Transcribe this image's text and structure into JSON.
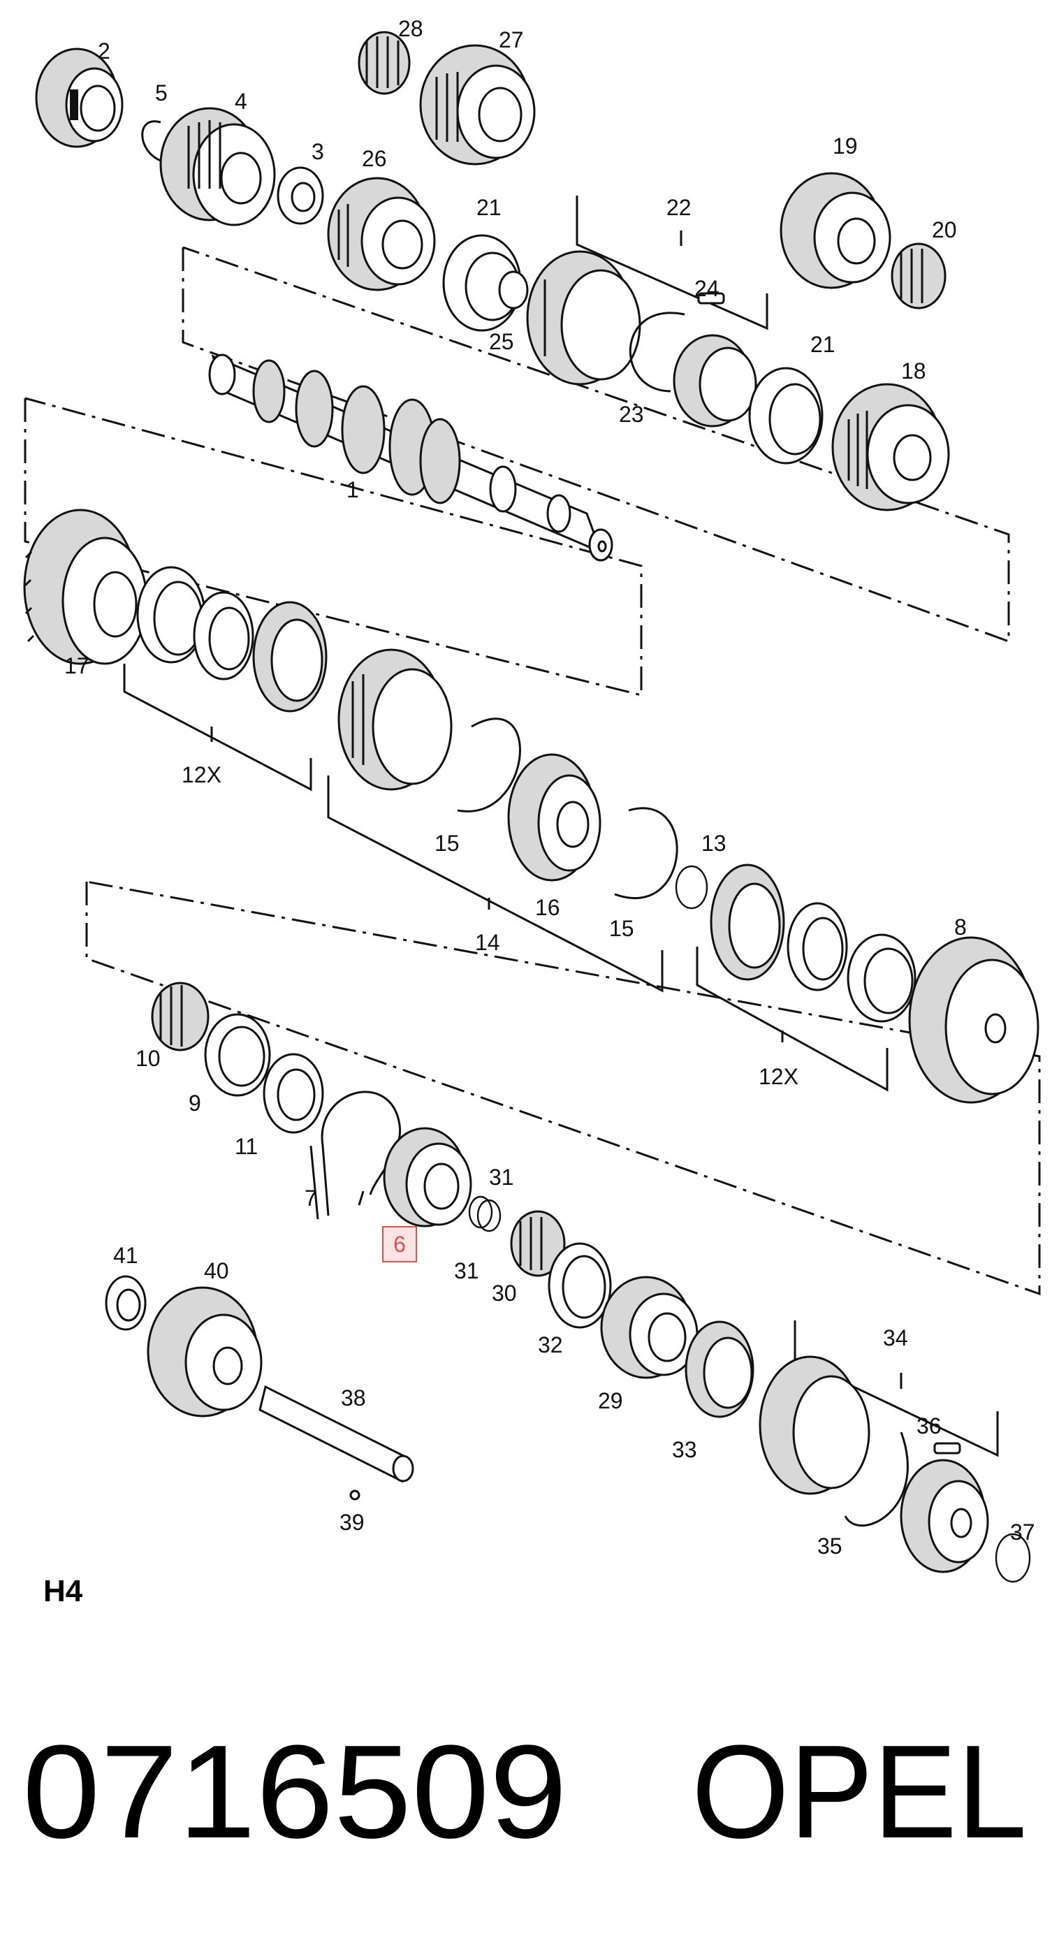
{
  "diagram": {
    "sheet_code": "H4",
    "part_number": "0716509",
    "brand": "OPEL",
    "highlighted_label": "6",
    "callouts": [
      "2",
      "5",
      "4",
      "3",
      "28",
      "27",
      "26",
      "21",
      "25",
      "22",
      "24",
      "23",
      "19",
      "20",
      "21",
      "18",
      "1",
      "17",
      "12X",
      "15",
      "16",
      "14",
      "15",
      "13",
      "8",
      "12X",
      "10",
      "9",
      "11",
      "7",
      "31",
      "31",
      "30",
      "41",
      "40",
      "38",
      "39",
      "32",
      "29",
      "33",
      "34",
      "36",
      "35",
      "37"
    ]
  }
}
